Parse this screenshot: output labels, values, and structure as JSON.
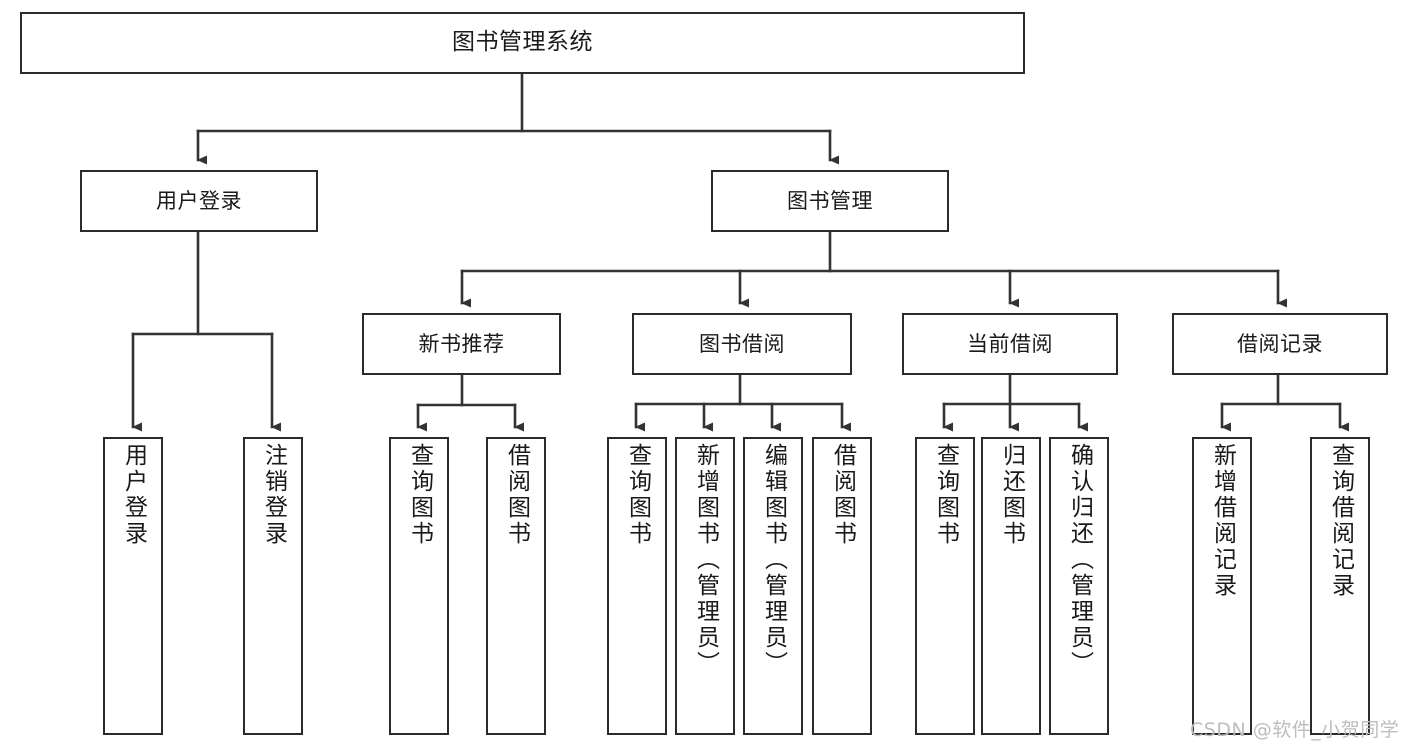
{
  "diagram": {
    "title_node": {
      "label": "图书管理系统"
    },
    "level2": [
      {
        "label": "用户登录"
      },
      {
        "label": "图书管理"
      }
    ],
    "level3": [
      {
        "label": "新书推荐"
      },
      {
        "label": "图书借阅"
      },
      {
        "label": "当前借阅"
      },
      {
        "label": "借阅记录"
      }
    ],
    "leaves": {
      "user_login": [
        {
          "label": "用户登录"
        },
        {
          "label": "注销登录"
        }
      ],
      "new_book_recommend": [
        {
          "label": "查询图书"
        },
        {
          "label": "借阅图书"
        }
      ],
      "book_borrow": [
        {
          "label": "查询图书"
        },
        {
          "label": "新增图书（管理员）"
        },
        {
          "label": "编辑图书（管理员）"
        },
        {
          "label": "借阅图书"
        }
      ],
      "current_borrow": [
        {
          "label": "查询图书"
        },
        {
          "label": "归还图书"
        },
        {
          "label": "确认归还（管理员）"
        }
      ],
      "borrow_record": [
        {
          "label": "新增借阅记录"
        },
        {
          "label": "查询借阅记录"
        }
      ]
    }
  },
  "watermark": {
    "text": "CSDN @软件_小贺同学"
  },
  "colors": {
    "box_border": "#2b2b2b",
    "box_fill": "#ffffff",
    "connector": "#333333",
    "text": "#1a1a1a",
    "watermark": "#bdbdbd",
    "background": "#ffffff"
  }
}
